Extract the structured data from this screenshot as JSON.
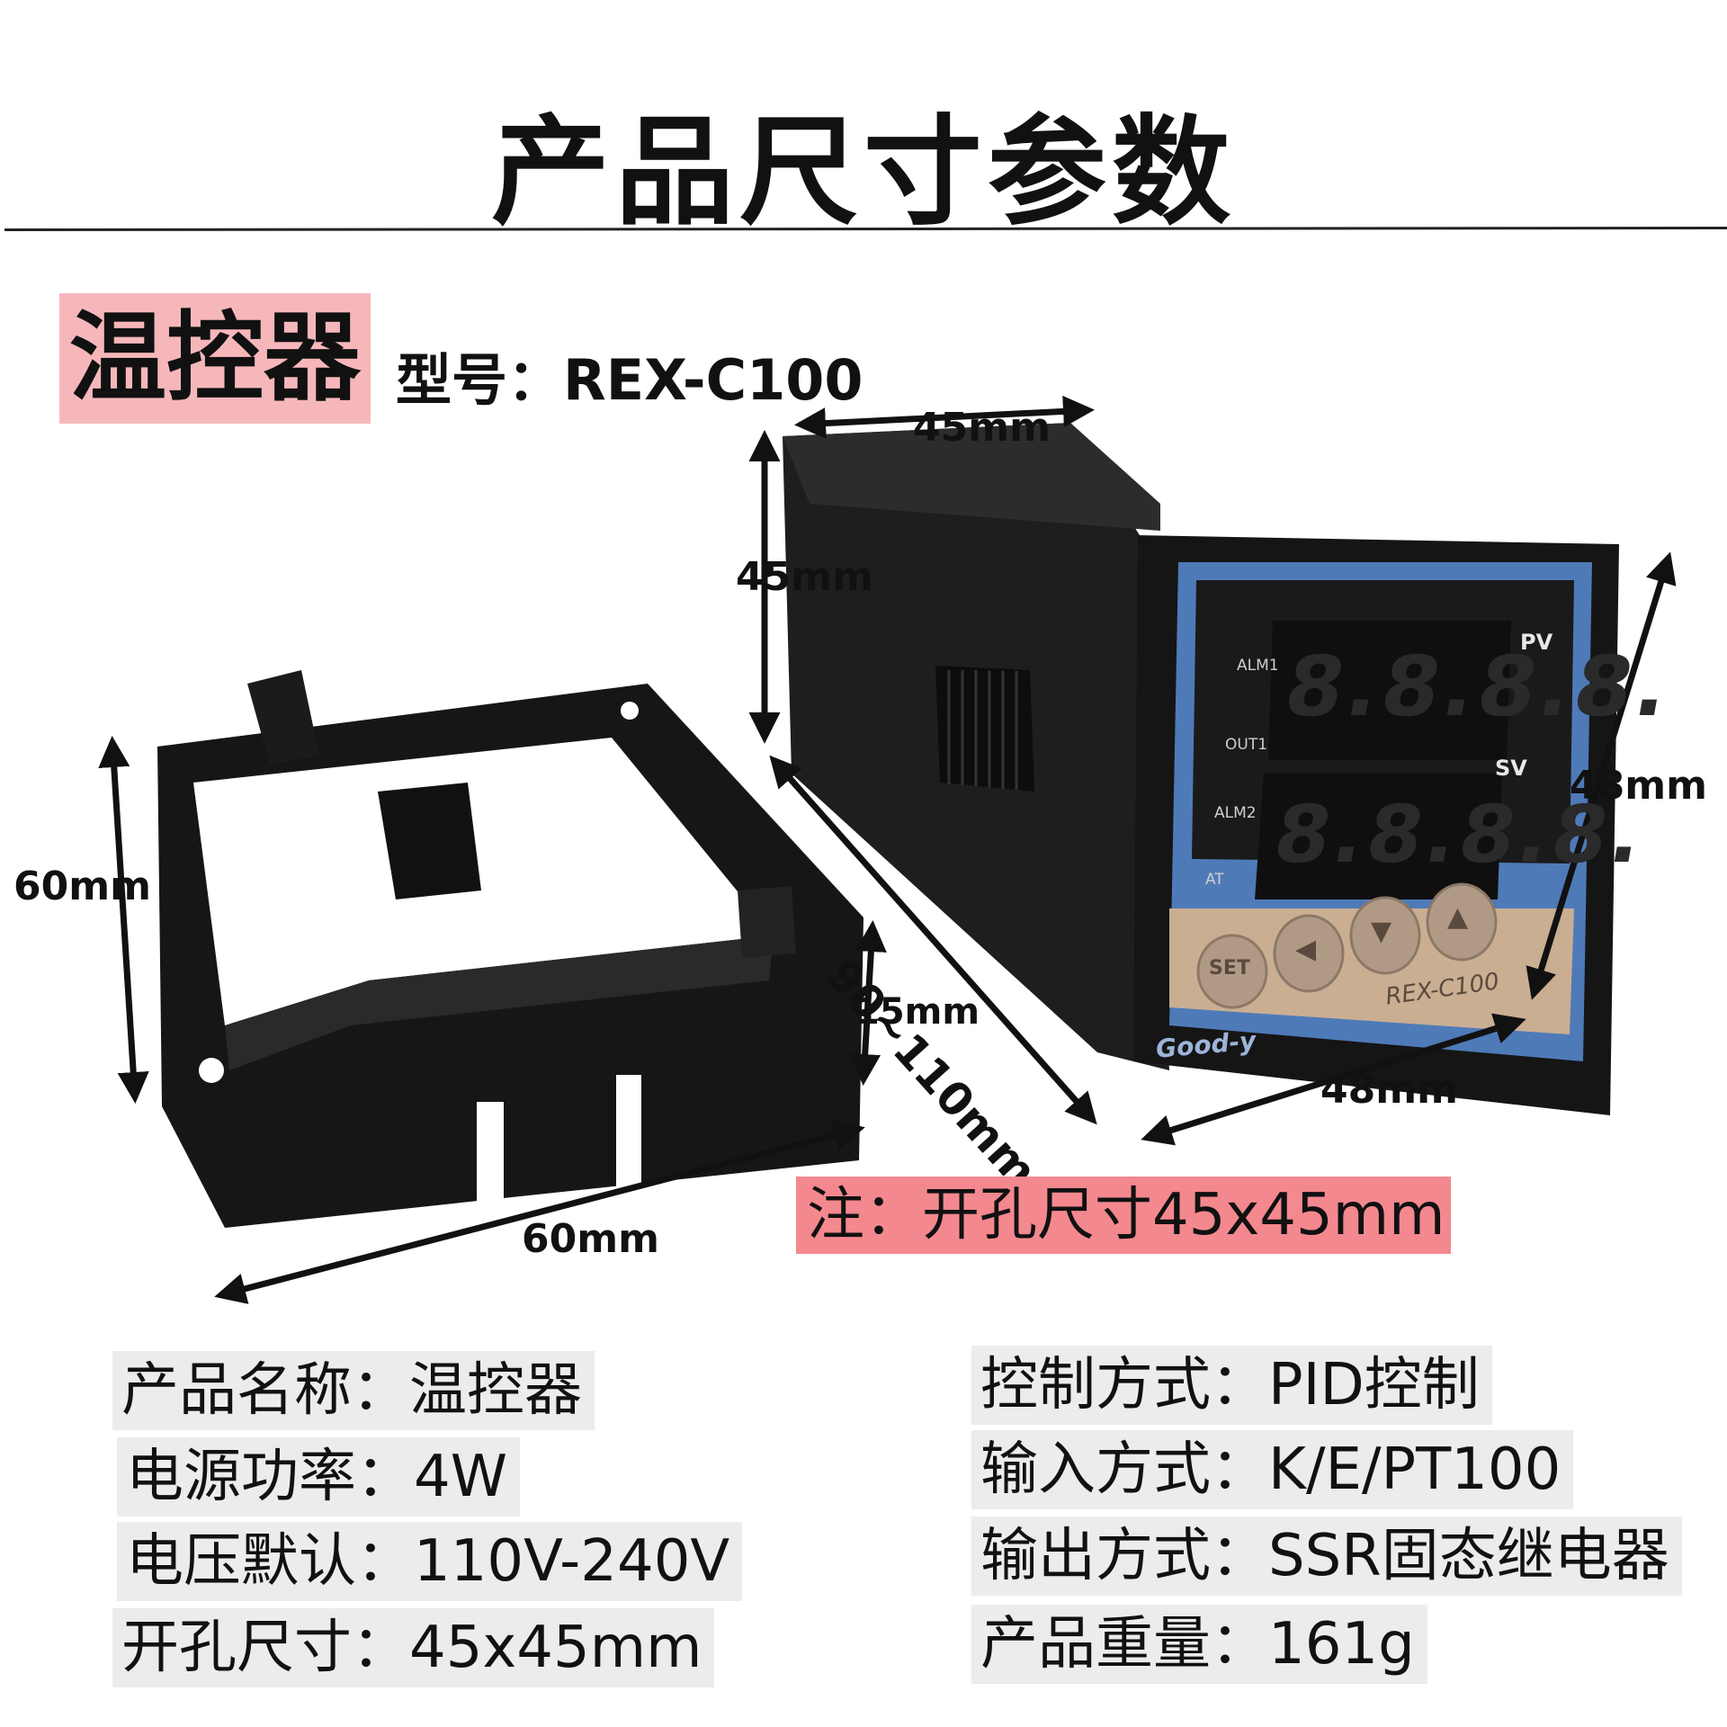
{
  "title": "产品尺寸参数",
  "badge": "温控器",
  "model": "型号：REX-C100",
  "device": {
    "pv_label": "PV",
    "sv_label": "SV",
    "indicators": [
      "ALM1",
      "OUT1",
      "ALM2",
      "AT"
    ],
    "buttons": [
      "SET",
      "◀",
      "▼",
      "▲"
    ],
    "brand": "Good-y",
    "model_print": "REX-C100",
    "digits": "8.8.8.8."
  },
  "dimensions": {
    "top_width": "45mm",
    "side_height": "45mm",
    "front_height": "48mm",
    "front_width": "48mm",
    "depth": "90~110mm",
    "bracket_height": "60mm",
    "bracket_depth": "15mm",
    "bracket_width": "60mm"
  },
  "note": "注：开孔尺寸45x45mm",
  "specs_left": [
    "产品名称：温控器",
    "电源功率：4W",
    "电压默认：110V-240V",
    "开孔尺寸：45x45mm"
  ],
  "specs_right": [
    "控制方式：PID控制",
    "输入方式：K/E/PT100",
    "输出方式：SSR固态继电器",
    "产品重量：161g"
  ],
  "colors": {
    "badge": "#f6b7bb",
    "note": "#f4888f",
    "spec_bg": "#ececec",
    "panel_blue": "#4f7ab8",
    "keypad": "#c9ae92"
  }
}
